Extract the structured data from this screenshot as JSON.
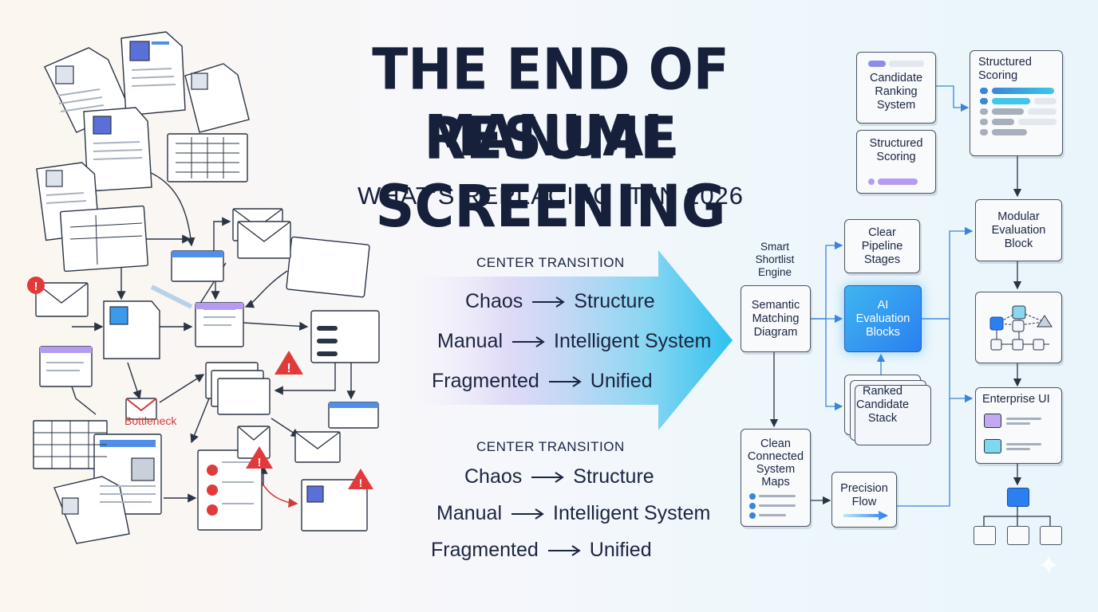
{
  "header": {
    "title_line1": "THE END OF MANUAL",
    "title_line2": "RESUME SCREENING",
    "subtitle": "WHAT’S REPLACING IT IN 2026"
  },
  "left_chaos": {
    "bottleneck_label": "Bottleneck"
  },
  "transitions": [
    {
      "heading": "CENTER TRANSITION",
      "rows": [
        {
          "from": "Chaos",
          "to": "Structure"
        },
        {
          "from": "Manual",
          "to": "Intelligent System"
        },
        {
          "from": "Fragmented",
          "to": "Unified"
        }
      ]
    },
    {
      "heading": "CENTER TRANSITION",
      "rows": [
        {
          "from": "Chaos",
          "to": "Structure"
        },
        {
          "from": "Manual",
          "to": "Intelligent System"
        },
        {
          "from": "Fragmented",
          "to": "Unified"
        }
      ]
    }
  ],
  "system": {
    "smart_shortlist": "Smart\nShortlist\nEngine",
    "semantic_matching": "Semantic\nMatching\nDiagram",
    "candidate_ranking": "Candidate\nRanking\nSystem",
    "structured_scoring_small": "Structured\nScoring",
    "structured_scoring_panel": "Structured\nScoring",
    "clear_pipeline": "Clear\nPipeline\nStages",
    "ai_evaluation": "AI\nEvaluation\nBlocks",
    "ranked_candidate": "Ranked\nCandidate\nStack",
    "clean_connected": "Clean\nConnected\nSystem\nMaps",
    "precision_flow": "Precision\nFlow",
    "modular_evaluation": "Modular\nEvaluation\nBlock",
    "enterprise_ui": "Enterprise UI"
  },
  "colors": {
    "accent_blue": "#2b7ff0",
    "accent_cyan": "#3fc6ea",
    "accent_purple": "#b59cf0",
    "alert_red": "#e23a3a",
    "text_dark": "#16203a"
  }
}
